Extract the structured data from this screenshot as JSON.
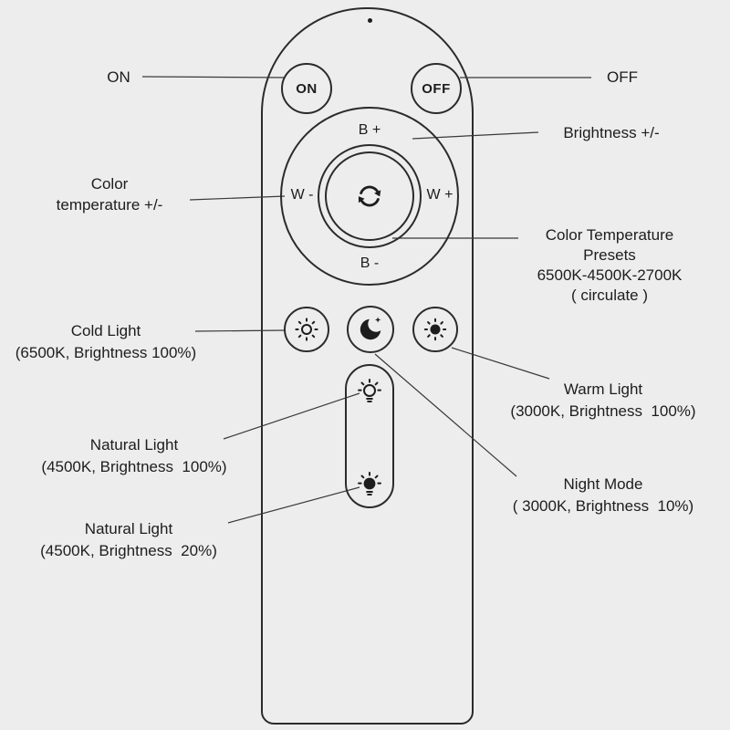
{
  "colors": {
    "background": "#ededed",
    "outline": "#2b2b2b",
    "text": "#1d1d1d"
  },
  "remote": {
    "power": {
      "on": "ON",
      "off": "OFF"
    },
    "dial": {
      "top": "B +",
      "left": "W -",
      "right": "W +",
      "bottom": "B -",
      "center_icon": "circulate-arrows-icon"
    },
    "mode_row": {
      "cold_icon": "sun-outline-icon",
      "night_icon": "moon-star-icon",
      "warm_icon": "sun-filled-icon"
    },
    "natural_group": {
      "top_icon": "bulb-outline-icon",
      "bottom_icon": "bulb-filled-icon"
    }
  },
  "annotations": {
    "on": {
      "lines": [
        "ON"
      ]
    },
    "off": {
      "lines": [
        "OFF"
      ]
    },
    "brightness": {
      "lines": [
        "Brightness +/-"
      ]
    },
    "color_temperature": {
      "lines": [
        "Color",
        "temperature +/-"
      ]
    },
    "presets": {
      "lines": [
        "Color Temperature",
        "Presets",
        "6500K-4500K-2700K",
        "( circulate )"
      ]
    },
    "cold_light": {
      "lines": [
        "Cold Light",
        "(6500K, Brightness 100%)"
      ]
    },
    "warm_light": {
      "lines": [
        "Warm Light",
        "(3000K, Brightness  100%)"
      ]
    },
    "night_mode": {
      "lines": [
        "Night Mode",
        "( 3000K, Brightness  10%)"
      ]
    },
    "natural_light_100": {
      "lines": [
        "Natural Light",
        "(4500K, Brightness  100%)"
      ]
    },
    "natural_light_20": {
      "lines": [
        "Natural Light",
        "(4500K, Brightness  20%)"
      ]
    }
  }
}
